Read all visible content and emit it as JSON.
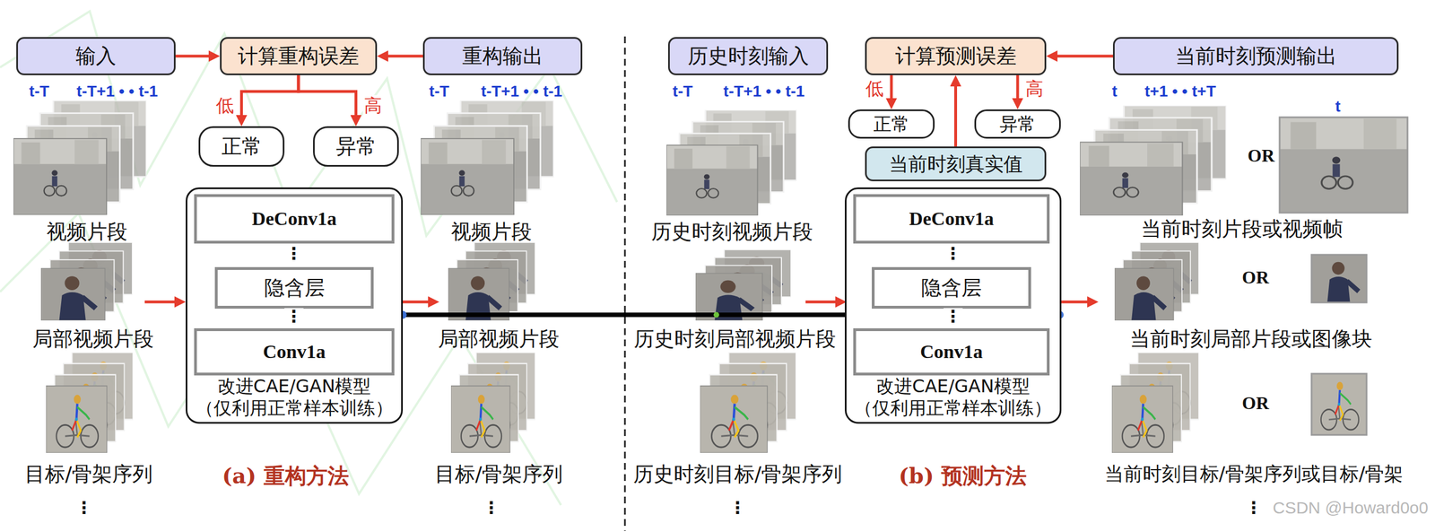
{
  "diagram": {
    "nodes": [
      {
        "text": [
          "输入"
        ]
      },
      {
        "text": [
          "计算重构误差"
        ]
      },
      {
        "text": [
          "重构输出"
        ]
      },
      {
        "text": [
          "正常"
        ]
      },
      {
        "text": [
          "异常"
        ]
      },
      {
        "text": [
          "改进CAE/GAN模型",
          "（仅利用正常样本训练）"
        ]
      },
      {
        "text": [
          "DeConv1a"
        ],
        "in": 5
      },
      {
        "text": [
          "隐含层"
        ],
        "in": 5
      },
      {
        "text": [
          "Conv1a"
        ],
        "in": 5
      },
      {
        "text": [
          "历史时刻输入"
        ]
      },
      {
        "text": [
          "计算预测误差"
        ]
      },
      {
        "text": [
          "当前时刻预测输出"
        ]
      },
      {
        "text": [
          "正常"
        ]
      },
      {
        "text": [
          "异常"
        ]
      },
      {
        "text": [
          "当前时刻真实值"
        ]
      },
      {
        "text": [
          "改进CAE/GAN模型",
          "（仅利用正常样本训练）"
        ]
      },
      {
        "text": [
          "DeConv1a"
        ],
        "in": 15
      },
      {
        "text": [
          "隐含层"
        ],
        "in": 15
      },
      {
        "text": [
          "Conv1a"
        ],
        "in": 15
      }
    ],
    "edges": [
      {
        "from": 0,
        "to": 1,
        "arrow": "to"
      },
      {
        "from": 2,
        "to": 1,
        "arrow": "to"
      },
      {
        "from": 1,
        "to": 3,
        "arrow": "to",
        "label": "低"
      },
      {
        "from": 1,
        "to": 4,
        "arrow": "to",
        "label": "高"
      },
      {
        "from": 5,
        "to": 15,
        "arrow": "to"
      },
      {
        "from": 11,
        "to": 10,
        "arrow": "to"
      },
      {
        "from": 10,
        "to": 12,
        "arrow": "to",
        "label": "低"
      },
      {
        "from": 10,
        "to": 13,
        "arrow": "to",
        "label": "高"
      },
      {
        "from": 14,
        "to": 10,
        "arrow": "to"
      }
    ],
    "labels": [
      "t-T",
      "t-T+1 • • t-1",
      "t-T",
      "t-T+1 • • t-1",
      "t-T",
      "t-T+1 • • t-1",
      "t",
      "t+1 • • t+T",
      "t",
      "OR",
      "视频片段",
      "视频片段",
      "历史时刻视频片段",
      "当前时刻片段或视频帧",
      "⋮",
      "⋮",
      "OR",
      "⋮",
      "⋮",
      "局部视频片段",
      "局部视频片段",
      "历史时刻局部视频片段",
      "当前时刻局部片段或图像块",
      "OR",
      "目标/骨架序列",
      "(a) 重构方法",
      "目标/骨架序列",
      "历史时刻目标/骨架序列",
      "(b) 预测方法",
      "当前时刻目标/骨架序列或目标/骨架",
      "⋮",
      "⋮",
      "⋮",
      "⋮",
      "CSDN @Howard0o0"
    ]
  }
}
